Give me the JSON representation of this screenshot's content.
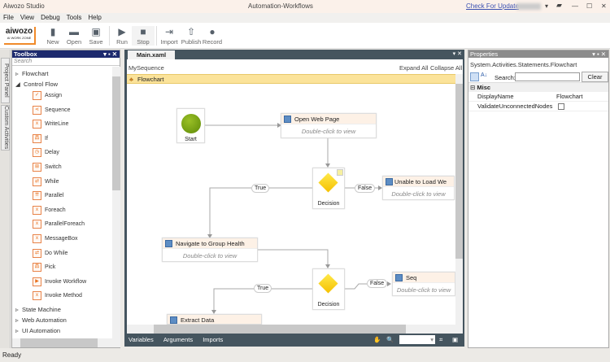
{
  "title": {
    "app": "Aiwozo Studio",
    "document": "Automation-Workflows",
    "update_link": "Check For Update"
  },
  "menu": [
    "File",
    "View",
    "Debug",
    "Tools",
    "Help"
  ],
  "logo": {
    "line1": "aiwozo",
    "line2": "AI WORK ZONE"
  },
  "toolbar": [
    {
      "label": "New",
      "icon": "file-icon"
    },
    {
      "label": "Open",
      "icon": "folder-icon"
    },
    {
      "label": "Save",
      "icon": "save-icon"
    },
    {
      "label": "Run",
      "icon": "play-icon"
    },
    {
      "label": "Stop",
      "icon": "stop-icon"
    },
    {
      "label": "Import",
      "icon": "import-icon"
    },
    {
      "label": "Publish",
      "icon": "publish-icon"
    },
    {
      "label": "Record",
      "icon": "record-icon"
    }
  ],
  "side_tabs": [
    "Project Panel",
    "Custom Activities"
  ],
  "toolbox": {
    "title": "Toolbox",
    "search_placeholder": "Search",
    "categories_top": [
      "Flowchart",
      "Control Flow"
    ],
    "items": [
      "Assign",
      "Sequence",
      "WriteLine",
      "If",
      "Delay",
      "Switch",
      "While",
      "Parallel",
      "Foreach",
      "ParallelForeach",
      "MessageBox",
      "Do While",
      "Pick",
      "Invoke Workflow",
      "Invoke Method"
    ],
    "categories_bottom": [
      "State Machine",
      "Web Automation",
      "UI Automation"
    ]
  },
  "designer": {
    "tab": "Main.xaml",
    "breadcrumb": "MySequence",
    "expand_all": "Expand All",
    "collapse_all": "Collapse All",
    "root": "Flowchart",
    "start": "Start",
    "hint": "Double-click to view",
    "activities": [
      "Open Web Page",
      "Unable to Load We",
      "Navigate to Group Health",
      "Seq",
      "Extract Data"
    ],
    "decision": "Decision",
    "true_label": "True",
    "false_label": "False",
    "bottom": [
      "Variables",
      "Arguments",
      "Imports"
    ]
  },
  "properties": {
    "title": "Properties",
    "type": "System.Activities.Statements.Flowchart",
    "search_label": "Search:",
    "clear": "Clear",
    "group": "Misc",
    "rows": [
      {
        "name": "DisplayName",
        "value": "Flowchart"
      },
      {
        "name": "ValidateUnconnectedNodes",
        "value": ""
      }
    ]
  },
  "status": "Ready"
}
